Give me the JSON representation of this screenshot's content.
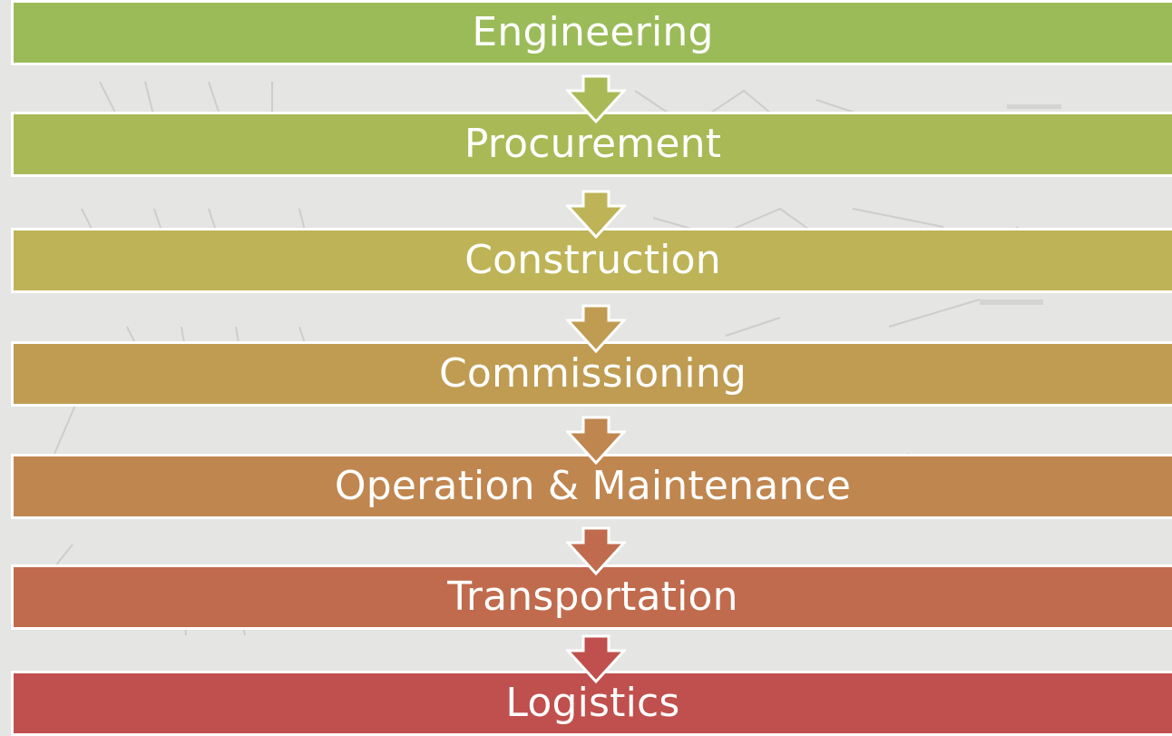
{
  "steps": [
    {
      "label": "Engineering",
      "color": "#9bbb59"
    },
    {
      "label": "Procurement",
      "color": "#a9b955"
    },
    {
      "label": "Construction",
      "color": "#beb457"
    },
    {
      "label": "Commissioning",
      "color": "#bf9c52"
    },
    {
      "label": "Operation & Maintenance",
      "color": "#c0864f"
    },
    {
      "label": "Transportation",
      "color": "#c06b4d"
    },
    {
      "label": "Logistics",
      "color": "#c0504d"
    }
  ],
  "arrow_icon": "down-arrow-icon"
}
